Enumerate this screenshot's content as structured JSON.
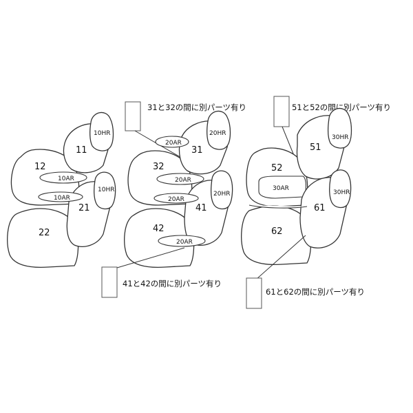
{
  "colors": {
    "stroke": "#333333",
    "text": "#111111",
    "background": "#ffffff"
  },
  "group1": {
    "seat_11": "11",
    "seat_12": "12",
    "seat_21": "21",
    "seat_22": "22",
    "headrest_upper": "10HR",
    "headrest_lower": "10HR",
    "armrest_upper": "10AR",
    "armrest_lower": "10AR"
  },
  "group2": {
    "seat_31": "31",
    "seat_32": "32",
    "seat_41": "41",
    "seat_42": "42",
    "headrest_upper": "20HR",
    "headrest_lower": "20HR",
    "armrest_top": "20AR",
    "armrest_mid": "20AR",
    "armrest_low": "20AR",
    "armrest_bottom": "20AR",
    "note_top": "31と32の間に別パーツ有り",
    "note_bottom": "41と42の間に別パーツ有り"
  },
  "group3": {
    "seat_51": "51",
    "seat_52": "52",
    "seat_61": "61",
    "seat_62": "62",
    "headrest_upper": "30HR",
    "headrest_lower": "30HR",
    "armrest": "30AR",
    "note_top": "51と52の間に別パーツ有り",
    "note_bottom": "61と62の間に別パーツ有り"
  }
}
